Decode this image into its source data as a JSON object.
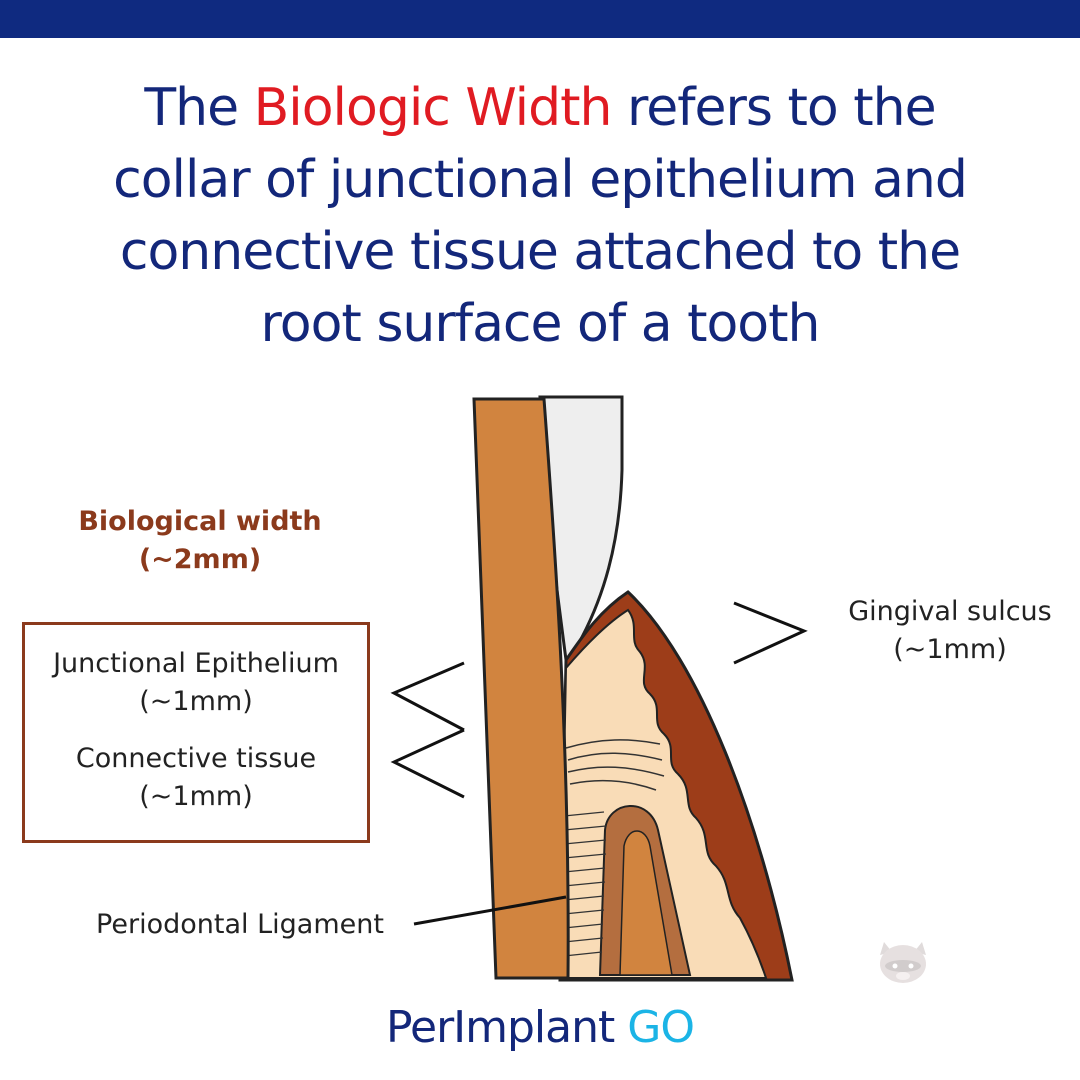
{
  "header": {
    "headline_pre": "The ",
    "headline_accent": "Biologic Width",
    "headline_line1_post": " refers to the",
    "headline_line2": "collar of junctional epithelium and",
    "headline_line3": "connective tissue attached to the",
    "headline_line4": "root surface of a tooth"
  },
  "diagram": {
    "biological_width_title": "Biological width",
    "biological_width_value": "(~2mm)",
    "junctional_epithelium_label": "Junctional Epithelium",
    "junctional_epithelium_value": "(~1mm)",
    "connective_tissue_label": "Connective tissue",
    "connective_tissue_value": "(~1mm)",
    "gingival_sulcus_label": "Gingival sulcus",
    "gingival_sulcus_value": "(~1mm)",
    "periodontal_ligament_label": "Periodontal Ligament"
  },
  "brand": {
    "name_part1": "PerImplant",
    "name_part2": " GO"
  },
  "colors": {
    "navy": "#13277a",
    "accent_red": "#e01b22",
    "brown": "#8b3a1c",
    "tooth_root": "#d1843f",
    "gingiva": "#f9dcb7",
    "gingiva_outer": "#9d3d19",
    "enamel": "#eeeeee",
    "brand_cyan": "#1bb4e6"
  }
}
